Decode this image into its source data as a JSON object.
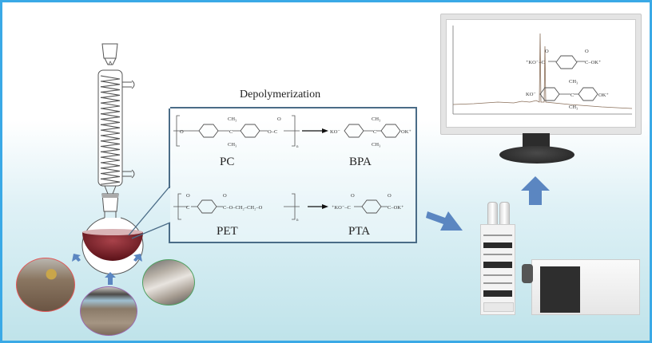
{
  "figure": {
    "title": "Depolymerization",
    "border_color": "#3aa9e6",
    "arrow_color": "#5b86c1",
    "reactions": [
      {
        "reactant": "PC",
        "product": "BPA",
        "reactant_formula": {
          "left": "O",
          "groups": [
            "CH3",
            "CH3"
          ],
          "right": "O–C",
          "carbonyl": "O",
          "subscript": "n"
        },
        "product_formula": {
          "left": "+KO−",
          "groups": [
            "CH3",
            "CH3"
          ],
          "right": "O−K+"
        }
      },
      {
        "reactant": "PET",
        "product": "PTA",
        "reactant_formula": {
          "chain": "C–O–CH2–CH2–O",
          "carbonyl": "O",
          "subscript": "n"
        },
        "product_formula": {
          "left": "+KO−–C",
          "right": "C–OK+",
          "carbonyl": "O"
        }
      }
    ],
    "monitor": {
      "structures": [
        {
          "left": "+KO−–C",
          "right": "C–OK+",
          "carbonyl": "O"
        },
        {
          "left": "KO−",
          "groups": [
            "CH3",
            "CH3"
          ],
          "right": "OK+"
        }
      ]
    },
    "sample_sources": [
      "excavation-site",
      "mudflat-site",
      "sediment-site"
    ]
  }
}
